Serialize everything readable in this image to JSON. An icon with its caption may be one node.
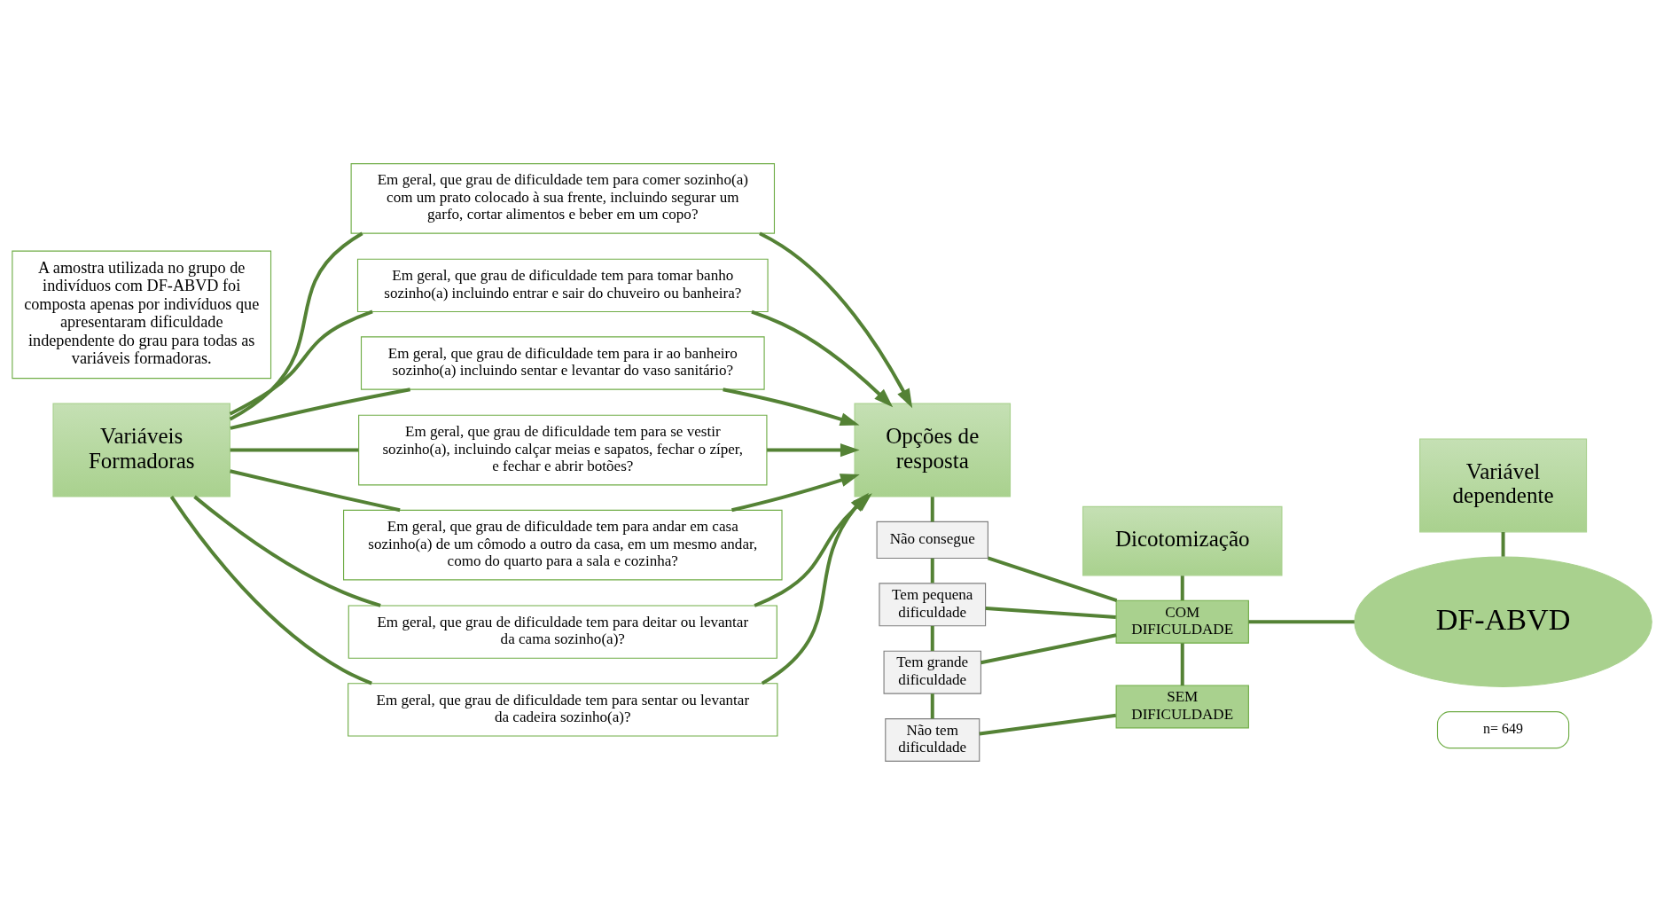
{
  "diagram": {
    "nodes": [
      {
        "text": [
          "Variáveis Formadoras"
        ]
      },
      {
        "text": [
          "Em geral, que grau de dificuldade tem para comer sozinho(a) com um prato colocado à sua frente, incluindo segurar um garfo, cortar alimentos e beber em um copo?"
        ]
      },
      {
        "text": [
          "Em geral, que grau de dificuldade tem para tomar banho sozinho(a) incluindo entrar e sair do chuveiro ou banheira?"
        ]
      },
      {
        "text": [
          "Em geral, que grau de dificuldade tem para ir ao banheiro sozinho(a) incluindo sentar e levantar do vaso sanitário?"
        ]
      },
      {
        "text": [
          "Em geral, que grau de dificuldade tem para se vestir sozinho(a), incluindo calçar meias e sapatos, fechar o zíper, e fechar e abrir botões?"
        ]
      },
      {
        "text": [
          "Em geral, que grau de dificuldade tem para andar em casa sozinho(a) de um cômodo a outro da casa, em um mesmo andar, como do quarto para a sala e cozinha?"
        ]
      },
      {
        "text": [
          "Em geral, que grau de dificuldade tem para deitar ou levantar da cama sozinho(a)?"
        ]
      },
      {
        "text": [
          "Em geral, que grau de dificuldade tem para sentar ou levantar da cadeira sozinho(a)?"
        ]
      },
      {
        "text": [
          "Opções de resposta"
        ]
      },
      {
        "text": [
          "Dicotomização"
        ]
      },
      {
        "text": [
          "Variável dependente"
        ]
      },
      {
        "text": [
          "Não consegue"
        ]
      },
      {
        "text": [
          "Tem pequena dificuldade"
        ]
      },
      {
        "text": [
          "Tem grande dificuldade"
        ]
      },
      {
        "text": [
          "Não tem dificuldade"
        ]
      },
      {
        "text": [
          "COM DIFICULDADE"
        ]
      },
      {
        "text": [
          "SEM DIFICULDADE"
        ]
      },
      {
        "text": [
          "DF-ABVD"
        ],
        "beside": [
          "n= 649"
        ]
      },
      {
        "text": [
          "A amostra utilizada no grupo de indivíduos com DF-ABVD foi composta apenas por indivíduos que apresentaram dificuldade independente do grau para todas as variáveis formadoras."
        ]
      }
    ],
    "edges": [
      {
        "from": 0,
        "to": 1,
        "arrow": "none"
      },
      {
        "from": 0,
        "to": 2,
        "arrow": "none"
      },
      {
        "from": 0,
        "to": 3,
        "arrow": "none"
      },
      {
        "from": 0,
        "to": 4,
        "arrow": "none"
      },
      {
        "from": 0,
        "to": 5,
        "arrow": "none"
      },
      {
        "from": 0,
        "to": 6,
        "arrow": "none"
      },
      {
        "from": 0,
        "to": 7,
        "arrow": "none"
      },
      {
        "from": 1,
        "to": 8,
        "arrow": "to"
      },
      {
        "from": 2,
        "to": 8,
        "arrow": "to"
      },
      {
        "from": 3,
        "to": 8,
        "arrow": "to"
      },
      {
        "from": 4,
        "to": 8,
        "arrow": "to"
      },
      {
        "from": 5,
        "to": 8,
        "arrow": "to"
      },
      {
        "from": 6,
        "to": 8,
        "arrow": "to"
      },
      {
        "from": 7,
        "to": 8,
        "arrow": "to"
      },
      {
        "from": 8,
        "to": 11,
        "arrow": "none"
      },
      {
        "from": 11,
        "to": 12,
        "arrow": "none"
      },
      {
        "from": 12,
        "to": 13,
        "arrow": "none"
      },
      {
        "from": 13,
        "to": 14,
        "arrow": "none"
      },
      {
        "from": 9,
        "to": 15,
        "arrow": "none"
      },
      {
        "from": 15,
        "to": 16,
        "arrow": "none"
      },
      {
        "from": 10,
        "to": 17,
        "arrow": "none"
      },
      {
        "from": 11,
        "to": 15,
        "arrow": "none"
      },
      {
        "from": 12,
        "to": 15,
        "arrow": "none"
      },
      {
        "from": 13,
        "to": 15,
        "arrow": "none"
      },
      {
        "from": 14,
        "to": 16,
        "arrow": "none"
      },
      {
        "from": 15,
        "to": 17,
        "arrow": "none"
      }
    ]
  }
}
